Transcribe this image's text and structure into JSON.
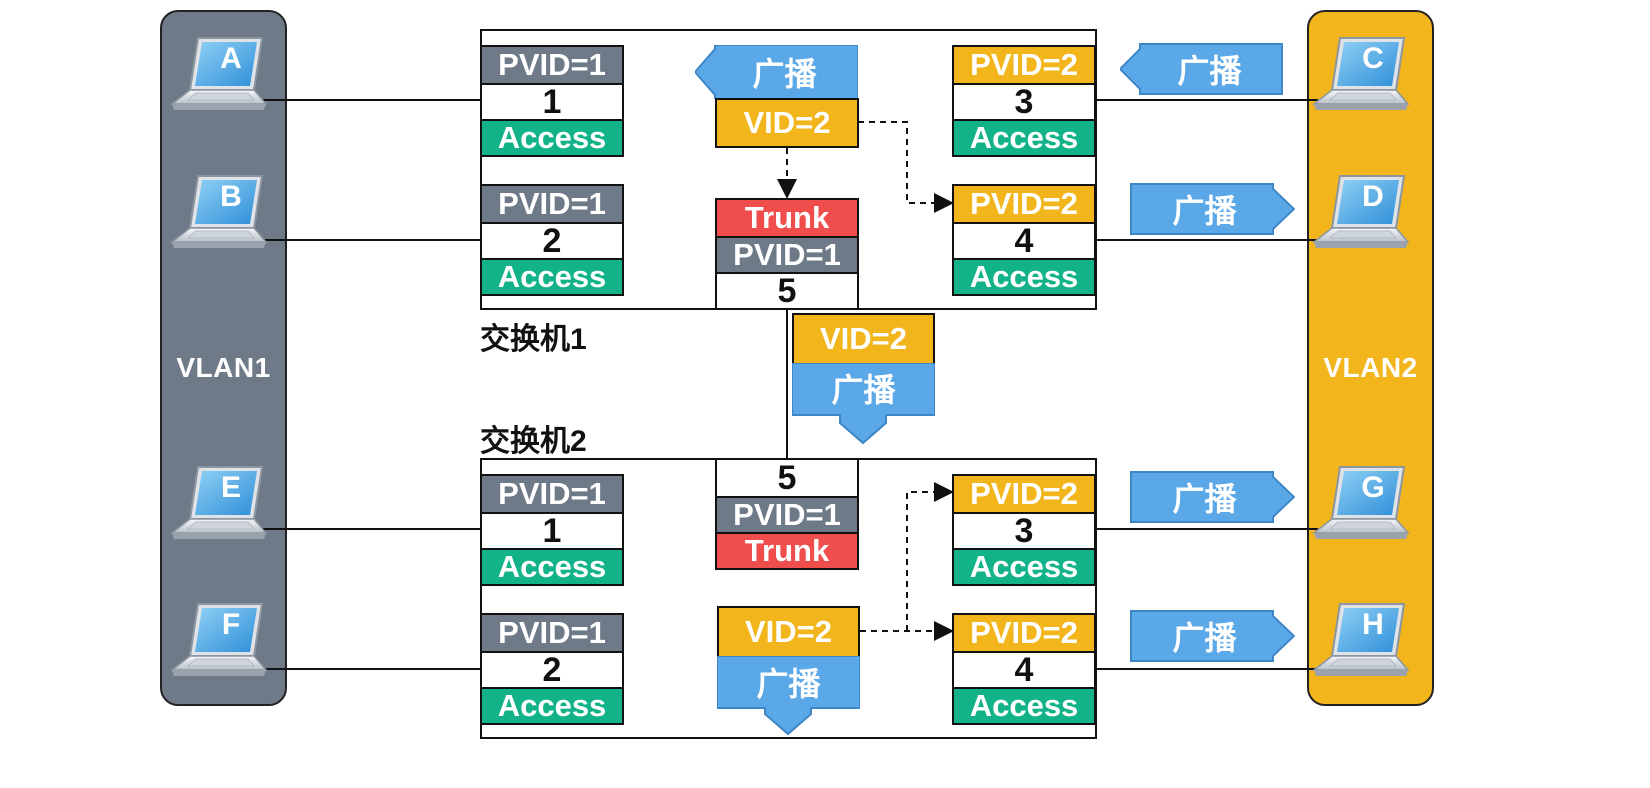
{
  "vlans": {
    "left": {
      "label": "VLAN1",
      "color": "#6f7a88"
    },
    "right": {
      "label": "VLAN2",
      "color": "#f2b51c"
    }
  },
  "hosts": {
    "a": "A",
    "b": "B",
    "c": "C",
    "d": "D",
    "e": "E",
    "f": "F",
    "g": "G",
    "h": "H"
  },
  "switch1": {
    "title": "交换机1",
    "ports": {
      "p1": {
        "pvid": "PVID=1",
        "num": "1",
        "mode": "Access"
      },
      "p2": {
        "pvid": "PVID=1",
        "num": "2",
        "mode": "Access"
      },
      "p3": {
        "pvid": "PVID=2",
        "num": "3",
        "mode": "Access"
      },
      "p4": {
        "pvid": "PVID=2",
        "num": "4",
        "mode": "Access"
      },
      "p5": {
        "mode": "Trunk",
        "pvid": "PVID=1",
        "num": "5"
      }
    },
    "frame": {
      "broadcast": "广播",
      "vid": "VID=2"
    }
  },
  "switch2": {
    "title": "交换机2",
    "ports": {
      "p1": {
        "pvid": "PVID=1",
        "num": "1",
        "mode": "Access"
      },
      "p2": {
        "pvid": "PVID=1",
        "num": "2",
        "mode": "Access"
      },
      "p3": {
        "pvid": "PVID=2",
        "num": "3",
        "mode": "Access"
      },
      "p4": {
        "pvid": "PVID=2",
        "num": "4",
        "mode": "Access"
      },
      "p5": {
        "num": "5",
        "pvid": "PVID=1",
        "mode": "Trunk"
      }
    },
    "frame": {
      "vid": "VID=2",
      "broadcast": "广播"
    }
  },
  "trunk_frame": {
    "vid": "VID=2",
    "broadcast": "广播"
  },
  "host_broadcasts": {
    "c": "广播",
    "d": "广播",
    "g": "广播",
    "h": "广播"
  },
  "colors": {
    "pvid1": "#6f7a88",
    "pvid2": "#f2b51c",
    "access": "#13b38a",
    "trunk": "#f04d4d",
    "broadcast": "#5ba8e8"
  },
  "icons": {
    "host": "laptop-icon",
    "arrow": "arrow-icon"
  }
}
